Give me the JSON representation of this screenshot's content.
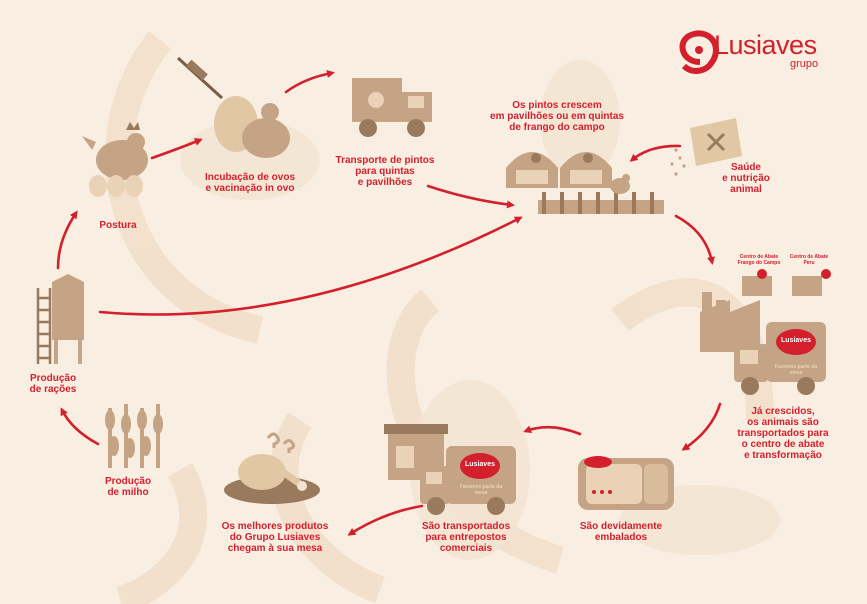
{
  "brand": {
    "name": "Lusiaves",
    "sub": "grupo",
    "red": "#d41f2c",
    "tan": "#c4a484",
    "bg": "#f9eee2"
  },
  "steps": {
    "postura": "Postura",
    "incubacao": "Incubação de ovos\ne vacinação in ovo",
    "transporte_pintos": "Transporte de pintos\npara quintas\ne pavilhões",
    "crescem": "Os pintos crescem\nem pavilhões ou em quintas\nde frango do campo",
    "saude": "Saúde\ne nutrição\nanimal",
    "abate": "Já crescidos,\nos animais são\ntransportados para\no centro de abate\ne transformação",
    "embalados": "São devidamente\nembalados",
    "entrepostos": "São transportados\npara entrepostos\ncomerciais",
    "mesa": "Os melhores produtos\ndo Grupo Lusiaves\nchegam à sua mesa",
    "milho": "Produção\nde milho",
    "racoes": "Produção\nde rações"
  },
  "badges": {
    "abate_frango": "Centro de Abate\nFrango do Campo",
    "abate_peru": "Centro de Abate\nPeru",
    "truck_brand": "Lusiaves",
    "truck_tag": "Fazemos parte da mesa"
  }
}
